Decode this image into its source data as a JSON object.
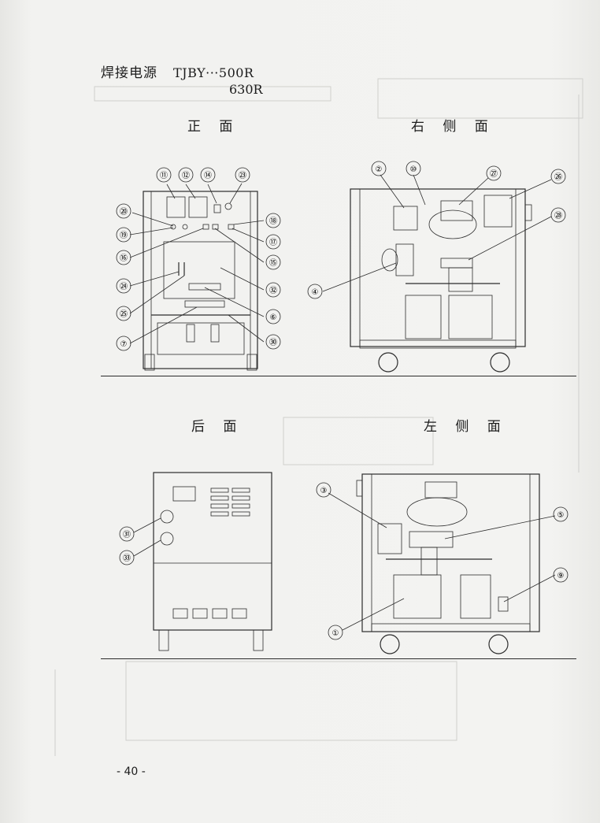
{
  "header": {
    "title_cn": "焊接电源",
    "model_line1": "TJBY···500R",
    "model_line2": "630R"
  },
  "views": {
    "front": "正 面",
    "right": "右 侧 面",
    "rear": "后 面",
    "left": "左 侧 面"
  },
  "callouts": {
    "front": [
      "⑪",
      "⑫",
      "⑭",
      "㉓",
      "⑳",
      "⑱",
      "⑲",
      "⑰",
      "⑯",
      "⑮",
      "㉔",
      "㉜",
      "㉕",
      "⑥",
      "⑦",
      "㉚"
    ],
    "right": [
      "②",
      "⑩",
      "㉗",
      "㉖",
      "㉘",
      "④"
    ],
    "rear": [
      "㉛",
      "㉝"
    ],
    "left": [
      "③",
      "⑤",
      "⑨",
      "①"
    ]
  },
  "footer": {
    "page_number": "- 40 -"
  }
}
